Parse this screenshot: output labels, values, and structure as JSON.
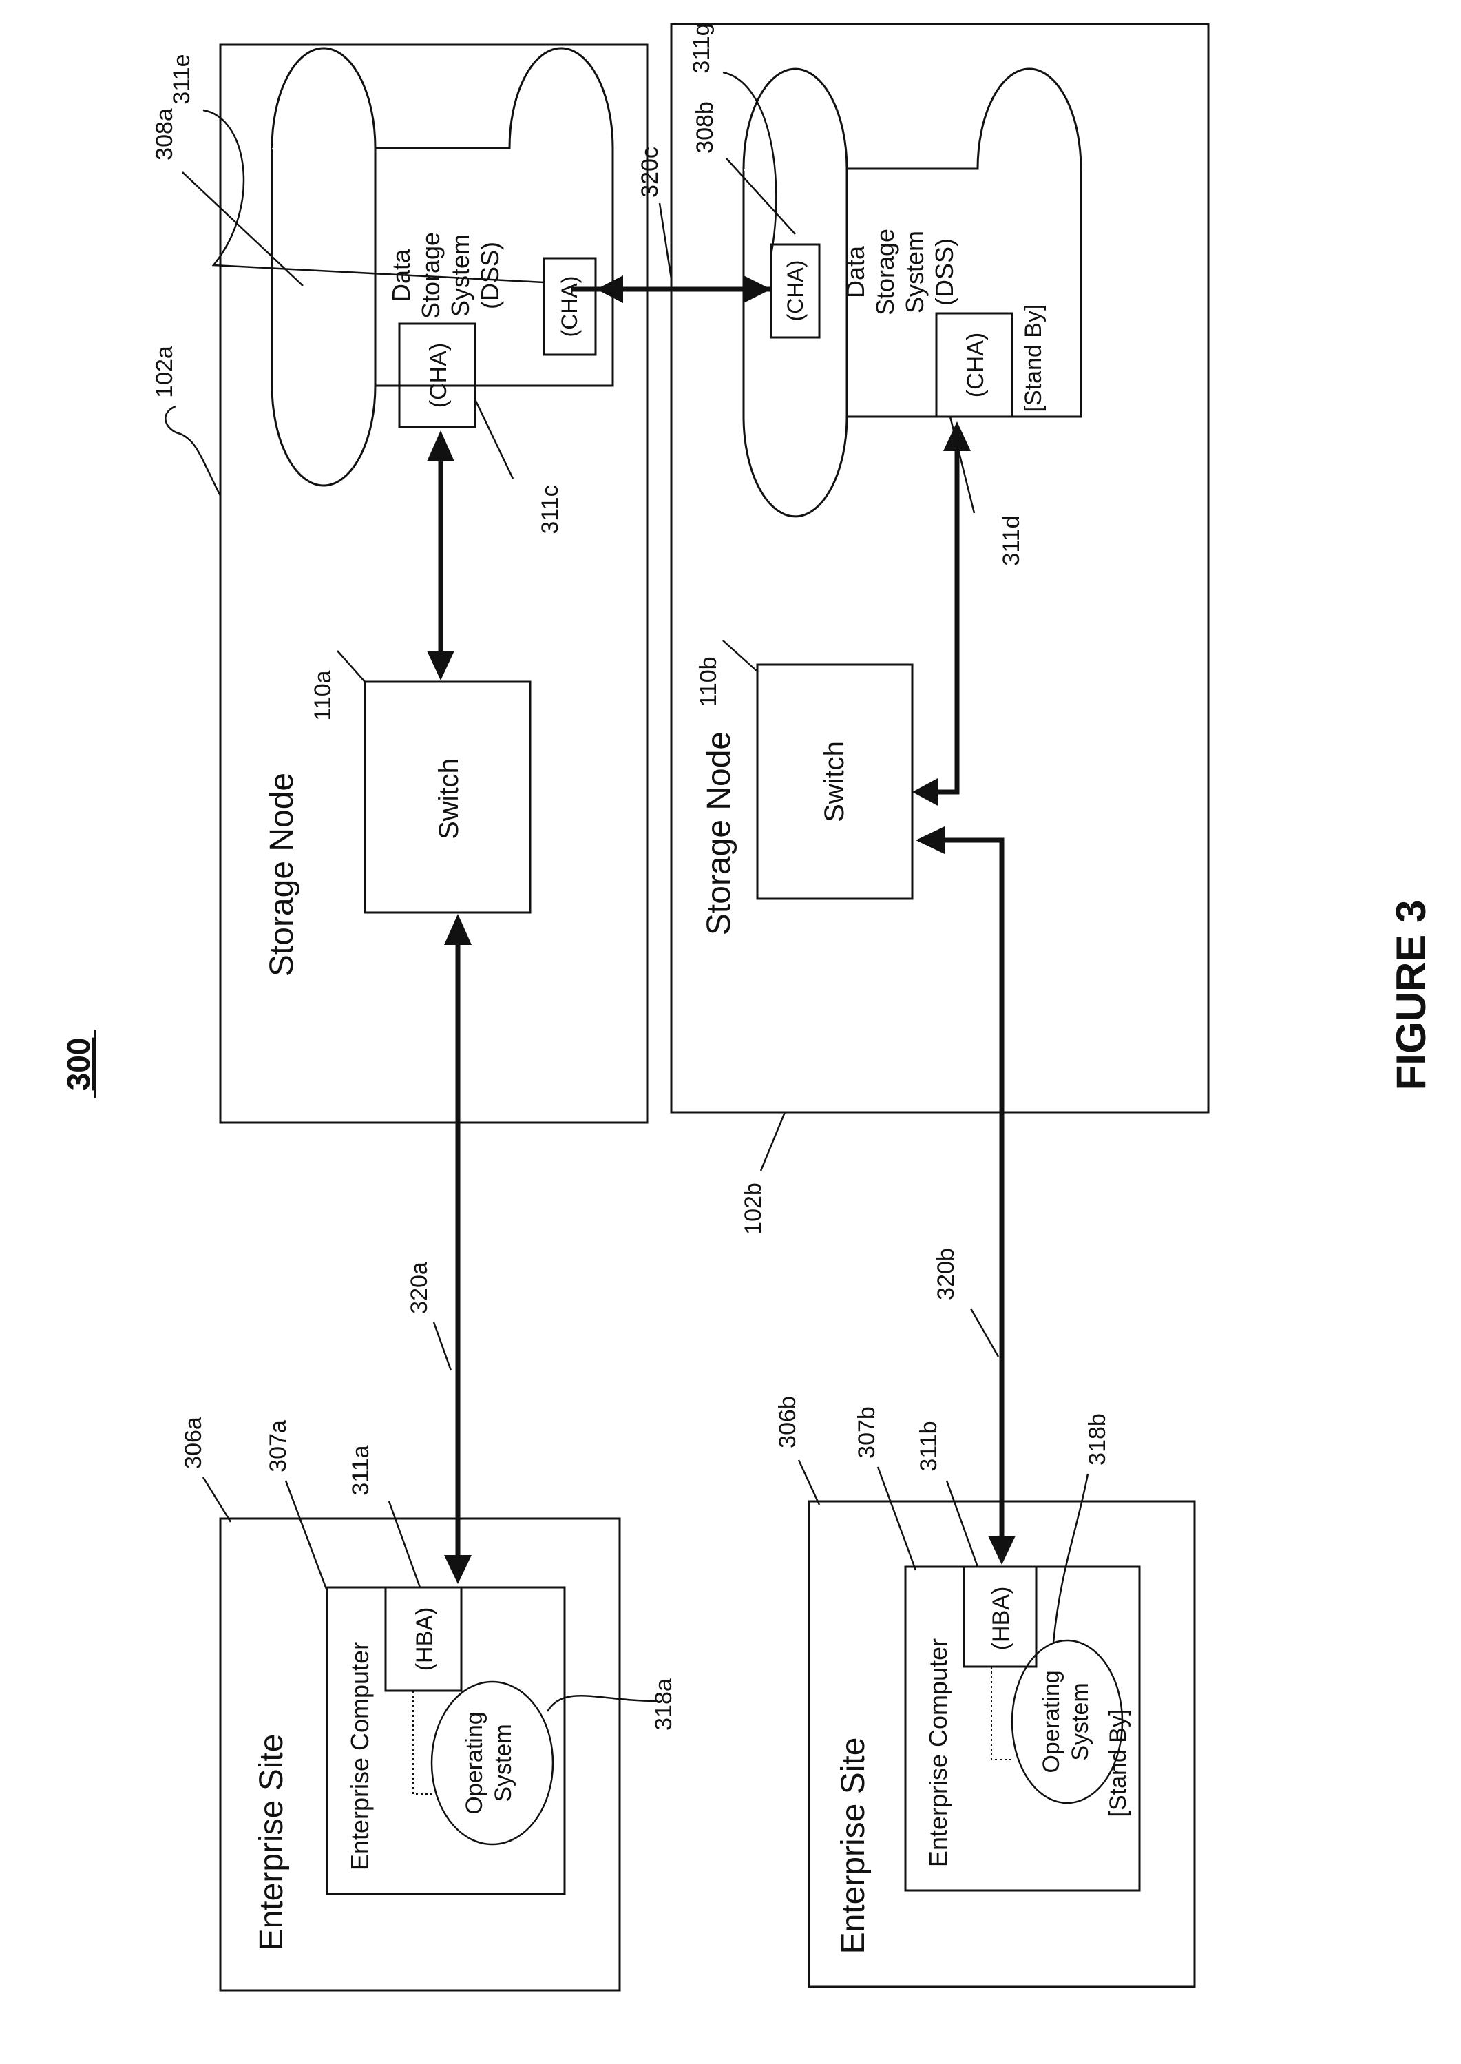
{
  "figure": {
    "number_label": "300",
    "caption": "FIGURE 3"
  },
  "enterprise_site_a": {
    "title": "Enterprise Site",
    "ref": "306a",
    "computer": {
      "title": "Enterprise Computer",
      "ref": "307a"
    },
    "hba": {
      "label": "(HBA)",
      "ref": "311a"
    },
    "os": {
      "line1": "Operating",
      "line2": "System",
      "ref": "318a"
    }
  },
  "enterprise_site_b": {
    "title": "Enterprise Site",
    "ref": "306b",
    "computer": {
      "title": "Enterprise Computer",
      "ref": "307b"
    },
    "hba": {
      "label": "(HBA)",
      "ref": "311b"
    },
    "os": {
      "line1": "Operating",
      "line2": "System",
      "ref": "318b"
    },
    "standby": "[Stand By]"
  },
  "storage_node_a": {
    "title": "Storage Node",
    "ref": "102a",
    "switch": {
      "label": "Switch",
      "ref": "110a"
    },
    "dss": {
      "line1": "Data",
      "line2": "Storage",
      "line3": "System",
      "line4": "(DSS)",
      "ref": "308a",
      "cha_left": {
        "label": "(CHA)",
        "ref": "311c"
      },
      "cha_right": {
        "label": "(CHA)",
        "ref": "311e"
      }
    }
  },
  "storage_node_b": {
    "title": "Storage Node",
    "ref": "102b",
    "switch": {
      "label": "Switch",
      "ref": "110b"
    },
    "dss": {
      "line1": "Data",
      "line2": "Storage",
      "line3": "System",
      "line4": "(DSS)",
      "standby": "[Stand By]",
      "ref": "308b",
      "cha_left": {
        "label": "(CHA)",
        "ref": "311d"
      },
      "cha_right": {
        "label": "(CHA)",
        "ref": "311g"
      }
    }
  },
  "links": {
    "a": "320a",
    "b": "320b",
    "c": "320c"
  }
}
